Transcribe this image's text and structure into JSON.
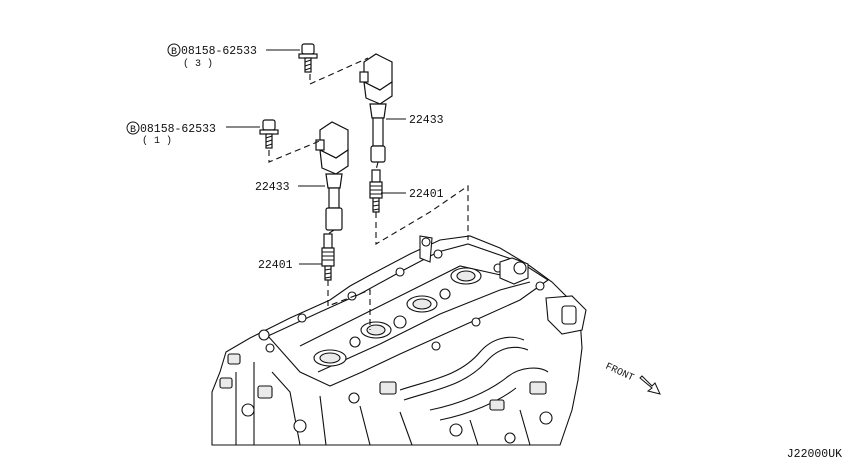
{
  "callouts": {
    "bolt_upper": {
      "code": "08158-62533",
      "qty": "( 3 )",
      "marker": "B"
    },
    "bolt_lower": {
      "code": "08158-62533",
      "qty": "( 1 )",
      "marker": "B"
    },
    "coil_right": "22433",
    "coil_left": "22433",
    "plug_right": "22401",
    "plug_left": "22401"
  },
  "front_label": "FRONT",
  "diagram_code": "J22000UK"
}
